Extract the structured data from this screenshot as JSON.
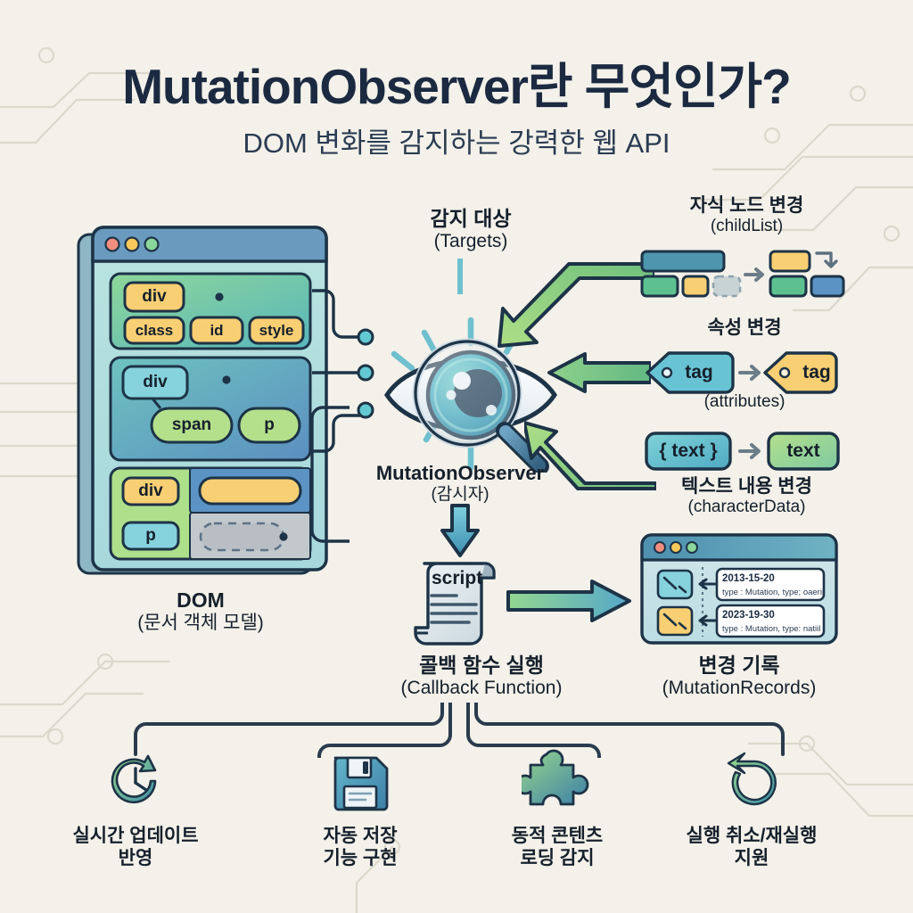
{
  "header": {
    "title": "MutationObserver란 무엇인가?",
    "subtitle": "DOM 변화를 감지하는 강력한 웹 API"
  },
  "dom_panel": {
    "caption_ko": "DOM",
    "caption_en": "(문서 객체 모델)",
    "window_dots": [
      "#f08f7e",
      "#f6c95a",
      "#8bd69a"
    ],
    "nodes": [
      {
        "label": "div",
        "group": "group1"
      },
      {
        "label": "class",
        "group": "group1"
      },
      {
        "label": "id",
        "group": "group1"
      },
      {
        "label": "style",
        "group": "group1"
      },
      {
        "label": "div",
        "group": "group2"
      },
      {
        "label": "span",
        "group": "group2"
      },
      {
        "label": "p",
        "group": "group2"
      },
      {
        "label": "div",
        "group": "group3"
      },
      {
        "label": "p",
        "group": "group3"
      }
    ]
  },
  "observer": {
    "targets_ko": "감지 대상",
    "targets_en": "(Targets)",
    "name_en": "MutationObserver",
    "name_ko": "(감시자)"
  },
  "mutation_types": [
    {
      "title_ko": "자식 노드 변경",
      "title_en": "(childList)",
      "id": "childlist"
    },
    {
      "title_ko": "속성 변경",
      "title_en": "(attributes)",
      "id": "attributes",
      "before_label": "tag",
      "after_label": "tag"
    },
    {
      "title_ko": "텍스트 내용 변경",
      "title_en": "(characterData)",
      "id": "characterdata",
      "before_label": "{ text }",
      "after_label": "text"
    }
  ],
  "callback": {
    "script_label": "script",
    "caption_ko": "콜백 함수 실행",
    "caption_en": "(Callback Function)"
  },
  "records": {
    "caption_ko": "변경 기록",
    "caption_en": "(MutationRecords)",
    "window_dots": [
      "#f08f7e",
      "#f6c95a",
      "#8bd69a"
    ],
    "rows": [
      {
        "date": "2013-15-20",
        "detail": "type : Mutation, type; oaeril"
      },
      {
        "date": "2023-19-30",
        "detail": "type : Mutation, type: natiil"
      }
    ]
  },
  "benefits": [
    {
      "icon": "clock-refresh-icon",
      "line1": "실시간 업데이트",
      "line2": "반영"
    },
    {
      "icon": "floppy-disk-icon",
      "line1": "자동 저장",
      "line2": "기능 구현"
    },
    {
      "icon": "puzzle-piece-icon",
      "line1": "동적 콘텐츠",
      "line2": "로딩 감지"
    },
    {
      "icon": "undo-redo-icon",
      "line1": "실행 취소/재실행",
      "line2": "지원"
    }
  ],
  "colors": {
    "background": "#f3f1e9",
    "ink": "#1b2a41",
    "green": "#8fcf7d",
    "teal": "#4eb8b8",
    "blue": "#4f93b8",
    "yellow": "#f9cf73",
    "dark_outline": "#1d3347"
  }
}
